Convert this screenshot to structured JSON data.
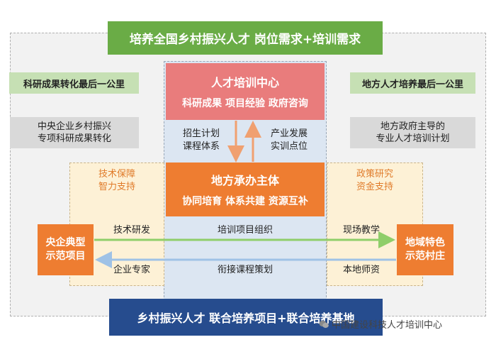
{
  "top_banner": "培养全国乡村振兴人才  岗位需求+培训需求",
  "left_green": "科研成果转化最后一公里",
  "right_green": "地方人才培养最后一公里",
  "left_grey": [
    "中央企业乡村振兴",
    "专项科研成果转化"
  ],
  "right_grey": [
    "地方政府主导的",
    "专业人才培训计划"
  ],
  "center_top": {
    "title": "人才培训中心",
    "subtitle": "科研成果  项目经验  政府咨询"
  },
  "center_mid": {
    "title": "地方承办主体",
    "subtitle": "协同培育  体系共建  资源互补"
  },
  "between_left": [
    "招生计划",
    "课程体系"
  ],
  "between_right": [
    "产业发展",
    "实训点位"
  ],
  "left_yellow": [
    "技术保障",
    "智力支持"
  ],
  "right_yellow": [
    "政策研究",
    "资金支持"
  ],
  "left_orange": [
    "央企典型",
    "示范项目"
  ],
  "right_orange": [
    "地域特色",
    "示范村庄"
  ],
  "flow_labels": {
    "left_top": "技术研发",
    "center_top": "培训项目组织",
    "right_top": "现场教学",
    "left_bottom": "企业专家",
    "center_bottom": "衔接课程策划",
    "right_bottom": "本地师资"
  },
  "bottom_banner": "乡村振兴人才  联合培养项目+联合培养基地",
  "watermark": "中国建设科技人才培训中心",
  "colors": {
    "green": "#6aac46",
    "light_green": "#c6e0b4",
    "pink": "#e97c7c",
    "orange": "#ee7d31",
    "navy": "#264c8e",
    "arrow_green": "#8fce6a",
    "arrow_blue": "#9fc2e6"
  }
}
